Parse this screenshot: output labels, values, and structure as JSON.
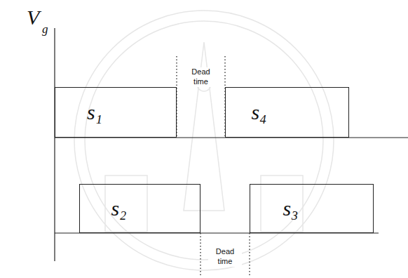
{
  "diagram": {
    "nodes": [
      {
        "text": [
          "s₁"
        ]
      },
      {
        "text": [
          "s₄"
        ]
      },
      {
        "text": [
          "s₂"
        ]
      },
      {
        "text": [
          "s₃"
        ]
      }
    ],
    "labels": [
      "V",
      "g",
      "Dead time",
      "Dead time"
    ]
  }
}
